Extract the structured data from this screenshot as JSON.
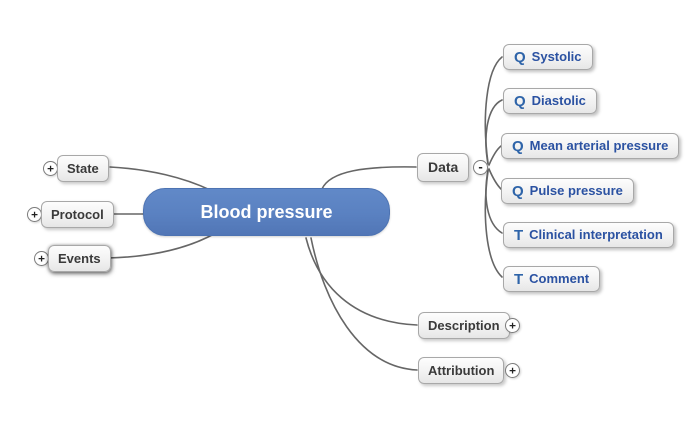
{
  "diagram": {
    "type": "mind-map",
    "colors": {
      "root_fill": "#5a81c1",
      "root_text": "#ffffff",
      "branch_text": "#3a3a3a",
      "leaf_text": "#2b52a2",
      "leaf_icon_blue": "#2e64a9",
      "node_border": "#a8a8a8",
      "connector": "#666666"
    },
    "root": {
      "label": "Blood pressure"
    },
    "branches": {
      "state": {
        "label": "State",
        "toggle": "+"
      },
      "protocol": {
        "label": "Protocol",
        "toggle": "+"
      },
      "events": {
        "label": "Events",
        "toggle": "+"
      },
      "data": {
        "label": "Data",
        "toggle": "-"
      },
      "description": {
        "label": "Description",
        "toggle": "+"
      },
      "attribution": {
        "label": "Attribution",
        "toggle": "+"
      }
    },
    "data_children": [
      {
        "icon": "quantity-icon",
        "glyph": "Q",
        "label": "Systolic"
      },
      {
        "icon": "quantity-icon",
        "glyph": "Q",
        "label": "Diastolic"
      },
      {
        "icon": "quantity-icon",
        "glyph": "Q",
        "label": "Mean arterial pressure"
      },
      {
        "icon": "quantity-icon",
        "glyph": "Q",
        "label": "Pulse pressure"
      },
      {
        "icon": "text-icon",
        "glyph": "T",
        "label": "Clinical interpretation"
      },
      {
        "icon": "text-icon",
        "glyph": "T",
        "label": "Comment"
      }
    ]
  }
}
